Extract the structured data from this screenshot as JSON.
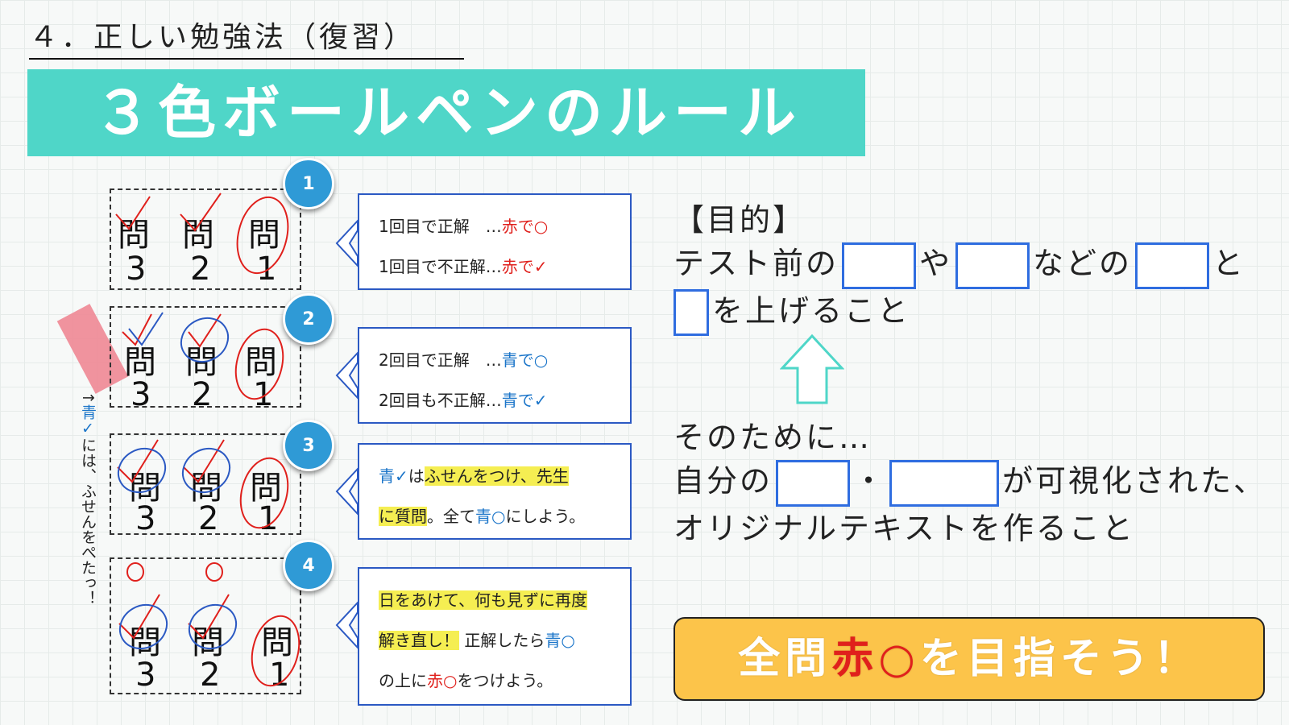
{
  "header": {
    "section_heading": "４．正しい勉強法（復習）",
    "title": "３色ボールペンのルール"
  },
  "question_char": "問",
  "question_numbers": [
    "3",
    "2",
    "1"
  ],
  "steps": [
    {
      "badge": "1"
    },
    {
      "badge": "2"
    },
    {
      "badge": "3"
    },
    {
      "badge": "4"
    }
  ],
  "callouts": {
    "step1": {
      "line1_black": "1回目で正解　…",
      "line1_color": "赤で○",
      "line2_black": "1回目で不正解…",
      "line2_color": "赤で✓"
    },
    "step2": {
      "line1_black": "2回目で正解　…",
      "line1_color": "青で○",
      "line2_black": "2回目も不正解…",
      "line2_color": "青で✓"
    },
    "step3": {
      "blue_check": "青✓",
      "text_a": "は",
      "hl_a": "ふせんをつけ、先生",
      "hl_b": "に質問",
      "text_b": "。全て",
      "blue_circle": "青○",
      "text_c": "にしよう。"
    },
    "step4": {
      "hl_a": "日をあけて、何も見ずに再度",
      "hl_b": "解き直し！",
      "text_a": "正解したら",
      "blue_circle": "青○",
      "text_b": "の上に",
      "red_circle": "赤○",
      "text_c": "をつけよう。"
    }
  },
  "sticky_note_caption": {
    "arrow": "↑",
    "blue_part": "青✓",
    "rest": "には、ふせんをぺたっ！"
  },
  "purpose": {
    "heading": "【目的】",
    "line1_a": "テスト前の",
    "line1_b": "や",
    "line1_c": "などの",
    "line1_d": "と",
    "line2_a": "を上げること"
  },
  "therefore": {
    "line1": "そのために…",
    "line2_a": "自分の",
    "line2_b": "・",
    "line2_c": "が可視化された、",
    "line3": "オリジナルテキストを作ること"
  },
  "goal": {
    "a": "全問",
    "red": "赤○",
    "b": "を目指そう！"
  },
  "colors": {
    "banner_teal": "#4fd6c8",
    "badge_blue": "#2f9ad6",
    "callout_border": "#2b59c3",
    "red_pen": "#e0201c",
    "blue_pen": "#1b75c9",
    "highlight": "#f5ee52",
    "goal_orange": "#fcc44a",
    "sticky_pink": "#ef8a96"
  }
}
